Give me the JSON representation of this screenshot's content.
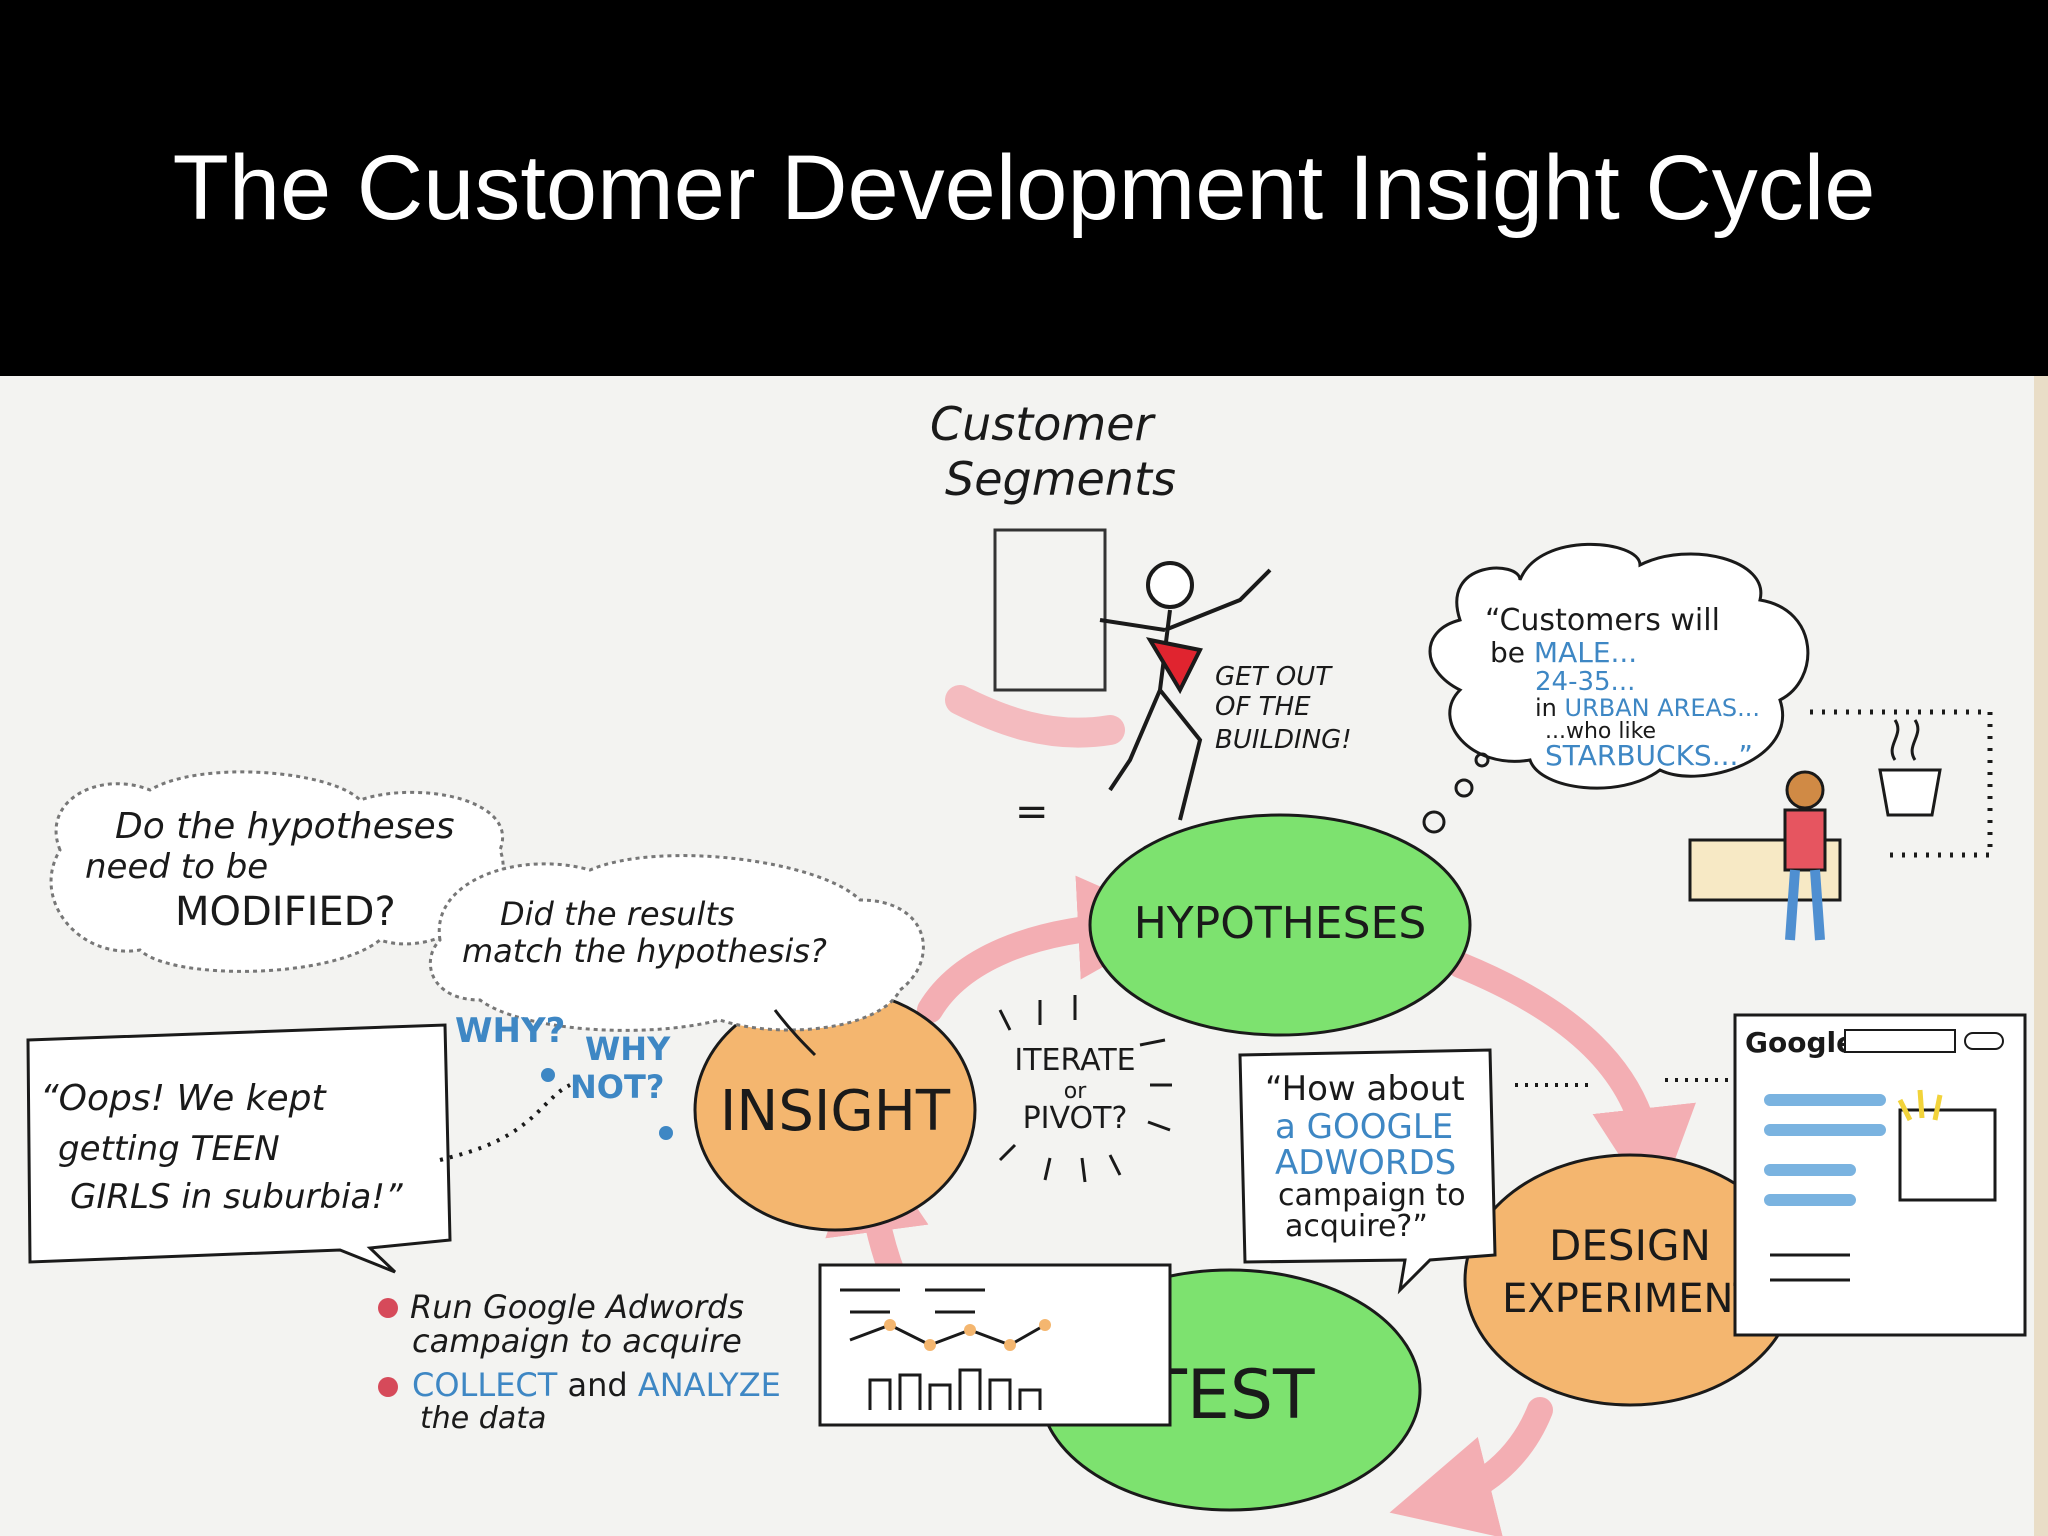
{
  "slide": {
    "title": "The Customer Development Insight Cycle"
  },
  "colors": {
    "green_bubble": "#7de26f",
    "orange_bubble": "#f4b66f",
    "arrow_pink": "#f3a3a9",
    "ink": "#1a1a1a",
    "blue_text": "#3e87c4",
    "red_bullet": "#d64a5a"
  },
  "segments": {
    "label_line1": "Customer",
    "label_line2": "Segments",
    "shout_line1": "GET OUT",
    "shout_line2": "OF THE",
    "shout_line3": "BUILDING!"
  },
  "cycle": {
    "hypotheses": "HYPOTHESES",
    "design_line1": "DESIGN",
    "design_line2": "EXPERIMENT",
    "test": "TEST",
    "insight": "INSIGHT",
    "iterate_line1": "ITERATE",
    "iterate_line2": "or",
    "iterate_line3": "PIVOT?"
  },
  "thought_customers": {
    "line1": "“Customers will",
    "line2_a": "be ",
    "line2_b": "MALE...",
    "line3": "24-35...",
    "line4_a": "in ",
    "line4_b": "URBAN AREAS...",
    "line5": "...who like",
    "line6": "STARBUCKS...”"
  },
  "bubble_modified": {
    "line1": "Do the hypotheses",
    "line2": "need to be",
    "line3": "MODIFIED?"
  },
  "bubble_match": {
    "line1": "Did the results",
    "line2": "match the hypothesis?"
  },
  "why": {
    "why": "WHY?",
    "why_not_1": "WHY",
    "why_not_2": "NOT?"
  },
  "oops": {
    "line1": "“Oops! We kept",
    "line2": "getting TEEN",
    "line3": "GIRLS in suburbia!”"
  },
  "adwords_quote": {
    "line1": "“How about",
    "line2": "a GOOGLE",
    "line3": "ADWORDS",
    "line4": "campaign to",
    "line5": "acquire?”"
  },
  "google_mock": {
    "logo": "Google"
  },
  "bullets": {
    "item1_line1": "Run Google Adwords",
    "item1_line2": "campaign to acquire",
    "item2_a": "COLLECT",
    "item2_b": " and ",
    "item2_c": "ANALYZE",
    "item2_line2": "the data"
  }
}
